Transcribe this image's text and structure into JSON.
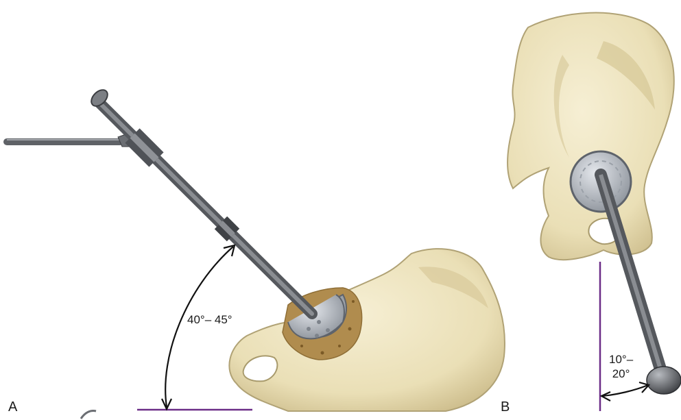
{
  "panels": [
    {
      "label": "A",
      "angle_label": "40°– 45°"
    },
    {
      "label": "B",
      "angle_label_line1": "10°–",
      "angle_label_line2": "20°"
    }
  ],
  "colors": {
    "bone": "#efe6c2",
    "bone_shadow": "#cfc092",
    "bone_outline": "#8a7d55",
    "cancellous": "#a98448",
    "instrument": "#6b6e73",
    "instrument_dark": "#3c3e42",
    "cup_metal": "#b7bcc4",
    "reference_line": "#6b2d87",
    "arrow": "#111111"
  }
}
